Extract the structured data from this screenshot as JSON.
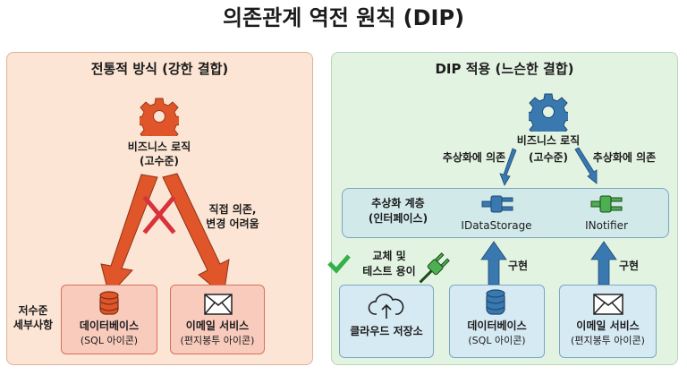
{
  "title": "의존관계 역전 원칙 (DIP)",
  "left": {
    "heading": "전통적 방식 (강한 결합)",
    "logic": {
      "name": "비즈니스 로직",
      "level": "(고수준)",
      "icon": "gear-icon",
      "color": "#e0562a"
    },
    "note": [
      "직접 의존,",
      "변경 어려움"
    ],
    "low_label": [
      "저수준",
      "세부사항"
    ],
    "db": {
      "name": "데이터베이스",
      "sub": "(SQL 아이콘)"
    },
    "email": {
      "name": "이메일 서비스",
      "sub": "(편지봉투 아이콘)"
    }
  },
  "right": {
    "heading": "DIP 적용 (느슨한 결합)",
    "logic": {
      "name": "비즈니스 로직",
      "level": "(고수준)",
      "icon": "gear-icon",
      "color": "#3a78b0"
    },
    "depend_left": "추상화에 의존",
    "depend_right": "추상화에 의존",
    "layer": {
      "name": "추상화 계층",
      "sub": "(인터페이스)"
    },
    "iface1": "IDataStorage",
    "iface2": "INotifier",
    "swap": [
      "교체 및",
      "테스트 용이"
    ],
    "impl1": "구현",
    "impl2": "구현",
    "cloud": "클라우드 저장소",
    "db": {
      "name": "데이터베이스",
      "sub": "(SQL 아이콘)"
    },
    "email": {
      "name": "이메일 서비스",
      "sub": "(편지봉투 아이콘)"
    }
  }
}
